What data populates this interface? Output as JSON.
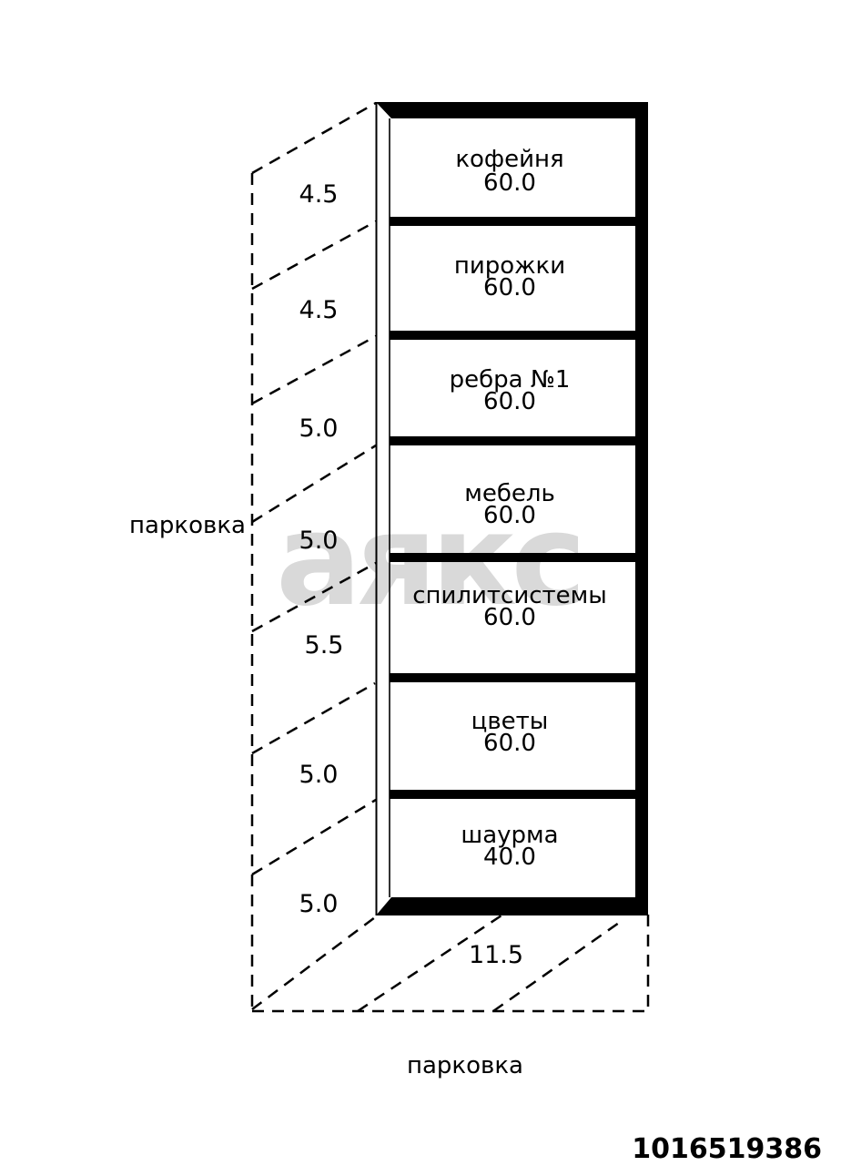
{
  "watermark": {
    "text": "аякс"
  },
  "listing": {
    "id": "1016519386"
  },
  "parking": {
    "left_label": "парковка",
    "bottom_label": "парковка"
  },
  "dimensions": {
    "side": [
      "4.5",
      "4.5",
      "5.0",
      "5.0",
      "5.5",
      "5.0",
      "5.0"
    ],
    "bottom_width": "11.5"
  },
  "units": [
    {
      "name": "кофейня",
      "area": "60.0"
    },
    {
      "name": "пирожки",
      "area": "60.0"
    },
    {
      "name": "ребра №1",
      "area": "60.0"
    },
    {
      "name": "мебель",
      "area": "60.0"
    },
    {
      "name": "спилитсистемы",
      "area": "60.0"
    },
    {
      "name": "цветы",
      "area": "60.0"
    },
    {
      "name": "шаурма",
      "area": "40.0"
    }
  ],
  "colors": {
    "line_black": "#000000",
    "watermark_gray": "#d9d9d9",
    "id_red": "#d01818"
  }
}
